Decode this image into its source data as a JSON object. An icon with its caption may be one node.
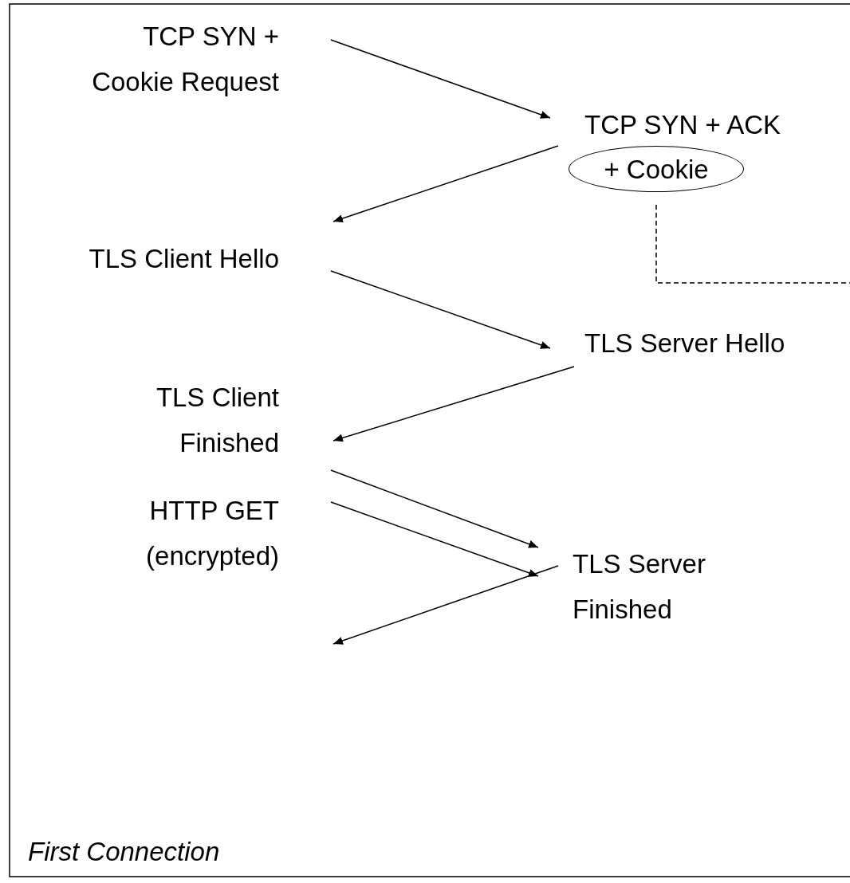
{
  "diagram": {
    "nodes": [
      {
        "text": [
          "TCP SYN + Cookie Request"
        ]
      },
      {
        "text": [
          "TCP SYN + ACK"
        ]
      },
      {
        "text": [
          "+ Cookie"
        ]
      },
      {
        "text": [
          "TLS Client Hello"
        ]
      },
      {
        "text": [
          "TLS Server Hello"
        ]
      },
      {
        "text": [
          "TLS Client Finished"
        ]
      },
      {
        "text": [
          "HTTP GET (encrypted)"
        ]
      },
      {
        "text": [
          "TLS Server Finished"
        ]
      }
    ],
    "edges": [
      {
        "from": 0,
        "to": 1,
        "arrow": "to"
      },
      {
        "from": 2,
        "to": 3,
        "arrow": "to"
      },
      {
        "from": 3,
        "to": 4,
        "arrow": "to"
      },
      {
        "from": 4,
        "to": 5,
        "arrow": "to"
      },
      {
        "from": 5,
        "to": 7,
        "arrow": "to"
      },
      {
        "from": 6,
        "to": 7,
        "arrow": "to"
      },
      {
        "from": 7,
        "to": null,
        "arrow": "to"
      },
      {
        "from": 2,
        "to": null,
        "arrow": "none",
        "style": "dashed"
      }
    ],
    "labels": [
      "First Connection"
    ]
  }
}
